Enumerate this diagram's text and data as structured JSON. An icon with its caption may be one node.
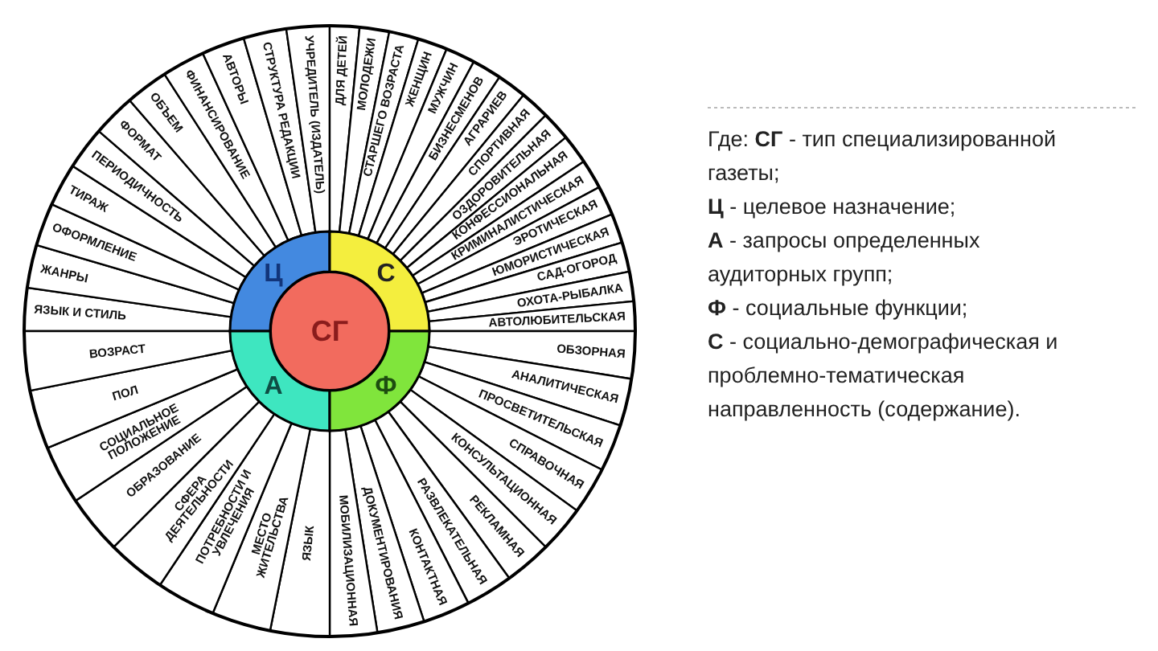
{
  "diagram": {
    "nodes": [
      {
        "text": [
          "СГ"
        ]
      },
      {
        "text": [
          "Ц"
        ]
      },
      {
        "text": [
          "С"
        ]
      },
      {
        "text": [
          "А"
        ]
      },
      {
        "text": [
          "Ф"
        ]
      },
      {
        "text": [
          "ЯЗЫК И СТИЛЬ"
        ]
      },
      {
        "text": [
          "ЖАНРЫ"
        ]
      },
      {
        "text": [
          "ОФОРМЛЕНИЕ"
        ]
      },
      {
        "text": [
          "ТИРАЖ"
        ]
      },
      {
        "text": [
          "ПЕРИОДИЧНОСТЬ"
        ]
      },
      {
        "text": [
          "ФОРМАТ"
        ]
      },
      {
        "text": [
          "ОБЪЕМ"
        ]
      },
      {
        "text": [
          "ФИНАНСИРОВАНИЕ"
        ]
      },
      {
        "text": [
          "АВТОРЫ"
        ]
      },
      {
        "text": [
          "СТРУКТУРА РЕДАКЦИИ"
        ]
      },
      {
        "text": [
          "УЧРЕДИТЕЛЬ (ИЗДАТЕЛЬ)"
        ]
      },
      {
        "text": [
          "ДЛЯ ДЕТЕЙ"
        ]
      },
      {
        "text": [
          "МОЛОДЕЖИ"
        ]
      },
      {
        "text": [
          "СТАРШЕГО ВОЗРАСТА"
        ]
      },
      {
        "text": [
          "ЖЕНЩИН"
        ]
      },
      {
        "text": [
          "МУЖЧИН"
        ]
      },
      {
        "text": [
          "БИЗНЕСМЕНОВ"
        ]
      },
      {
        "text": [
          "АГРАРИЕВ"
        ]
      },
      {
        "text": [
          "СПОРТИВНАЯ"
        ]
      },
      {
        "text": [
          "ОЗДОРОВИТЕЛЬНАЯ"
        ]
      },
      {
        "text": [
          "КОНФЕССИОНАЛЬНАЯ"
        ]
      },
      {
        "text": [
          "КРИМИНАЛИСТИЧЕСКАЯ"
        ]
      },
      {
        "text": [
          "ЭРОТИЧЕСКАЯ"
        ]
      },
      {
        "text": [
          "ЮМОРИСТИЧЕСКАЯ"
        ]
      },
      {
        "text": [
          "САД-ОГОРОД"
        ]
      },
      {
        "text": [
          "ОХОТА-РЫБАЛКА"
        ]
      },
      {
        "text": [
          "АВТОЛЮБИТЕЛЬСКАЯ"
        ]
      },
      {
        "text": [
          "ОБЗОРНАЯ"
        ]
      },
      {
        "text": [
          "АНАЛИТИЧЕСКАЯ"
        ]
      },
      {
        "text": [
          "ПРОСВЕТИТЕЛЬСКАЯ"
        ]
      },
      {
        "text": [
          "СПРАВОЧНАЯ"
        ]
      },
      {
        "text": [
          "КОНСУЛЬТАЦИОННАЯ"
        ]
      },
      {
        "text": [
          "РЕКЛАМНАЯ"
        ]
      },
      {
        "text": [
          "РАЗВЛЕКАТЕЛЬНАЯ"
        ]
      },
      {
        "text": [
          "КОНТАКТНАЯ"
        ]
      },
      {
        "text": [
          "ДОКУМЕНТИРОВАНИЯ"
        ]
      },
      {
        "text": [
          "МОБИЛИЗАЦИОННАЯ"
        ]
      },
      {
        "text": [
          "ЯЗЫК"
        ]
      },
      {
        "text": [
          "МЕСТО ЖИТЕЛЬСТВА"
        ]
      },
      {
        "text": [
          "ПОТРЕБНОСТИ И УВЛЕЧЕНИЯ"
        ]
      },
      {
        "text": [
          "СФЕРА ДЕЯТЕЛЬНОСТИ"
        ]
      },
      {
        "text": [
          "ОБРАЗОВАНИЕ"
        ]
      },
      {
        "text": [
          "СОЦИАЛЬНОЕ ПОЛОЖЕНИЕ"
        ]
      },
      {
        "text": [
          "ПОЛ"
        ]
      },
      {
        "text": [
          "ВОЗРАСТ"
        ]
      }
    ],
    "labels": [
      "Где: **СГ** - тип специализированной газеты;",
      "**Ц** - целевое назначение;",
      "**А** - запросы определенных аудиторных групп;",
      "**Ф** - социальные функции;",
      "**С** - социально-демографическая и проблемно-тематическая направленность (содержание)."
    ]
  }
}
